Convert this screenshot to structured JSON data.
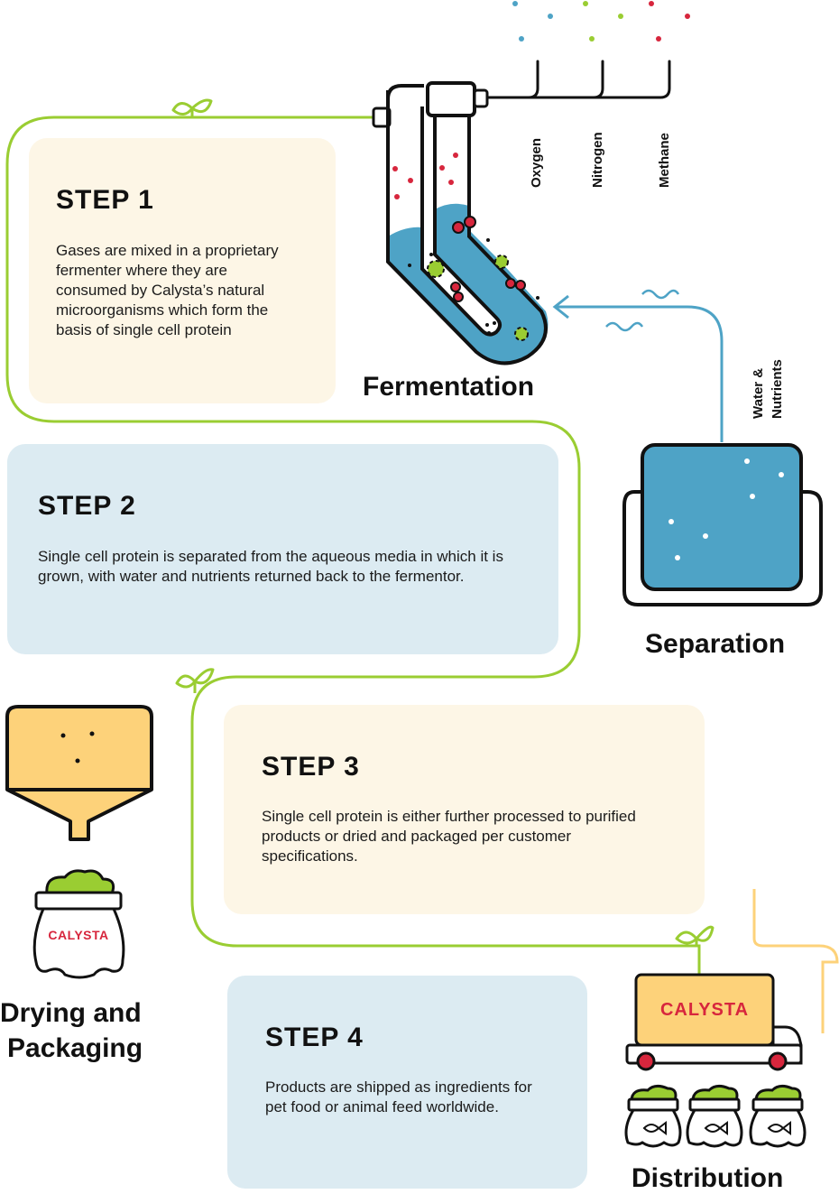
{
  "steps": [
    {
      "title": "STEP 1",
      "text": "Gases are mixed in a proprietary fermenter where they are consumed by Calysta’s natural microorganisms which form the basis of single cell protein"
    },
    {
      "title": "STEP 2",
      "text": "Single cell protein is separated from the aqueous media in which it is grown, with water and nutrients returned back to the fermentor."
    },
    {
      "title": "STEP 3",
      "text": "Single cell protein is either further processed to purified products or dried and packaged per customer specifications."
    },
    {
      "title": "STEP 4",
      "text": "Products are shipped as ingredients for pet food or animal feed worldwide."
    }
  ],
  "stages": {
    "fermentation": "Fermentation",
    "separation": "Separation",
    "drying_line1": "Drying and",
    "drying_line2": "Packaging",
    "distribution": "Distribution"
  },
  "gases": [
    "Oxygen",
    "Nitrogen",
    "Methane"
  ],
  "return_flow": {
    "line1": "Water &",
    "line2": "Nutrients"
  },
  "brand": "CALYSTA",
  "colors": {
    "green": "#9acd32",
    "blue_water": "#4ea3c6",
    "yellow": "#fdd27a",
    "red": "#d7263d",
    "cream": "#fdf6e6",
    "light_blue": "#dcebf2"
  }
}
